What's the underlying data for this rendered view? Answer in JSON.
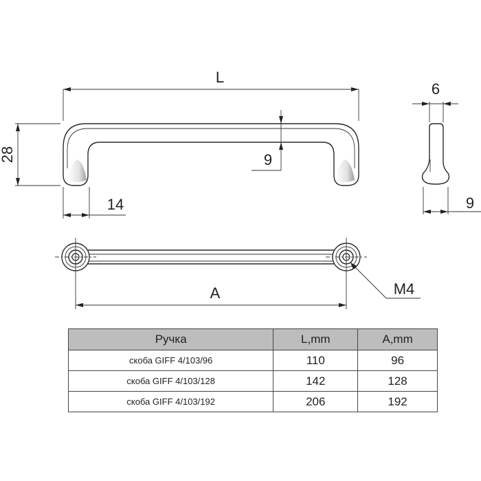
{
  "dimensions": {
    "length_label": "L",
    "height_value": "28",
    "leg_width_value": "14",
    "grip_thickness_value": "9",
    "width_value": "6",
    "side_base_value": "9",
    "center_distance_label": "A",
    "thread_label": "M4"
  },
  "table": {
    "headers": [
      "Ручка",
      "L,mm",
      "A,mm"
    ],
    "rows": [
      {
        "name": "скоба GIFF 4/103/96",
        "l": "110",
        "a": "96"
      },
      {
        "name": "скоба GIFF 4/103/128",
        "l": "142",
        "a": "128"
      },
      {
        "name": "скоба GIFF 4/103/192",
        "l": "206",
        "a": "192"
      }
    ]
  },
  "colors": {
    "line": "#2a2a2a",
    "header_fill": "#bdbdbd",
    "shading": "#9a9a9a"
  }
}
